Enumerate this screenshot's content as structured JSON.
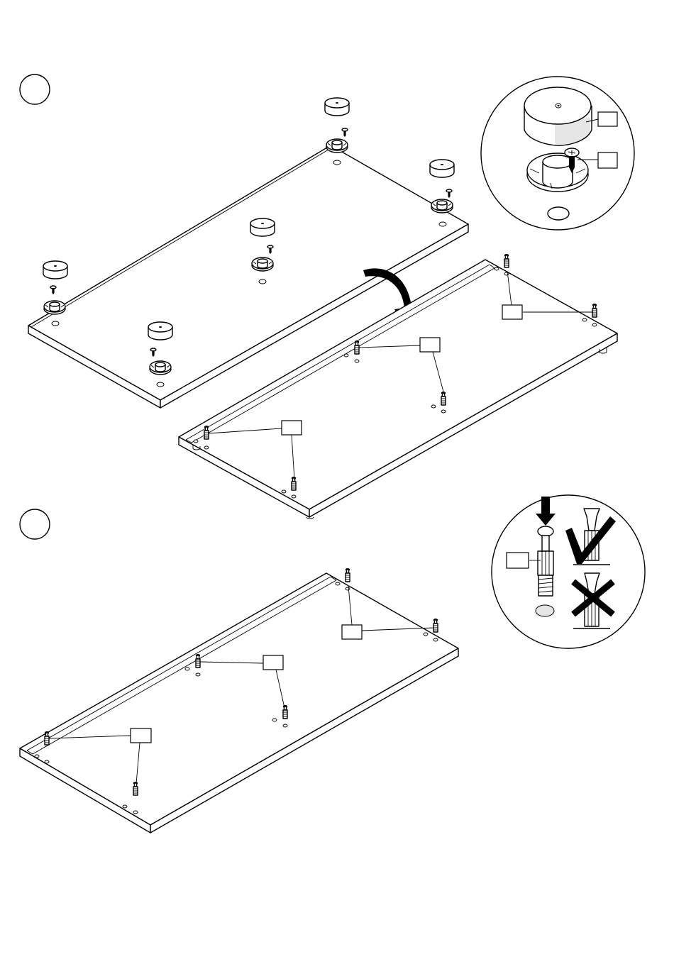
{
  "steps": [
    {
      "number": ""
    },
    {
      "number": ""
    }
  ],
  "callouts": {
    "label": ""
  },
  "colors": {
    "line": "#000000",
    "background": "#ffffff",
    "shade": "#e6e6e6"
  },
  "icons": [
    "step-circle",
    "foot-glide",
    "screw",
    "dowel",
    "flip-arrow",
    "push-arrow",
    "check-mark",
    "cross-mark"
  ]
}
